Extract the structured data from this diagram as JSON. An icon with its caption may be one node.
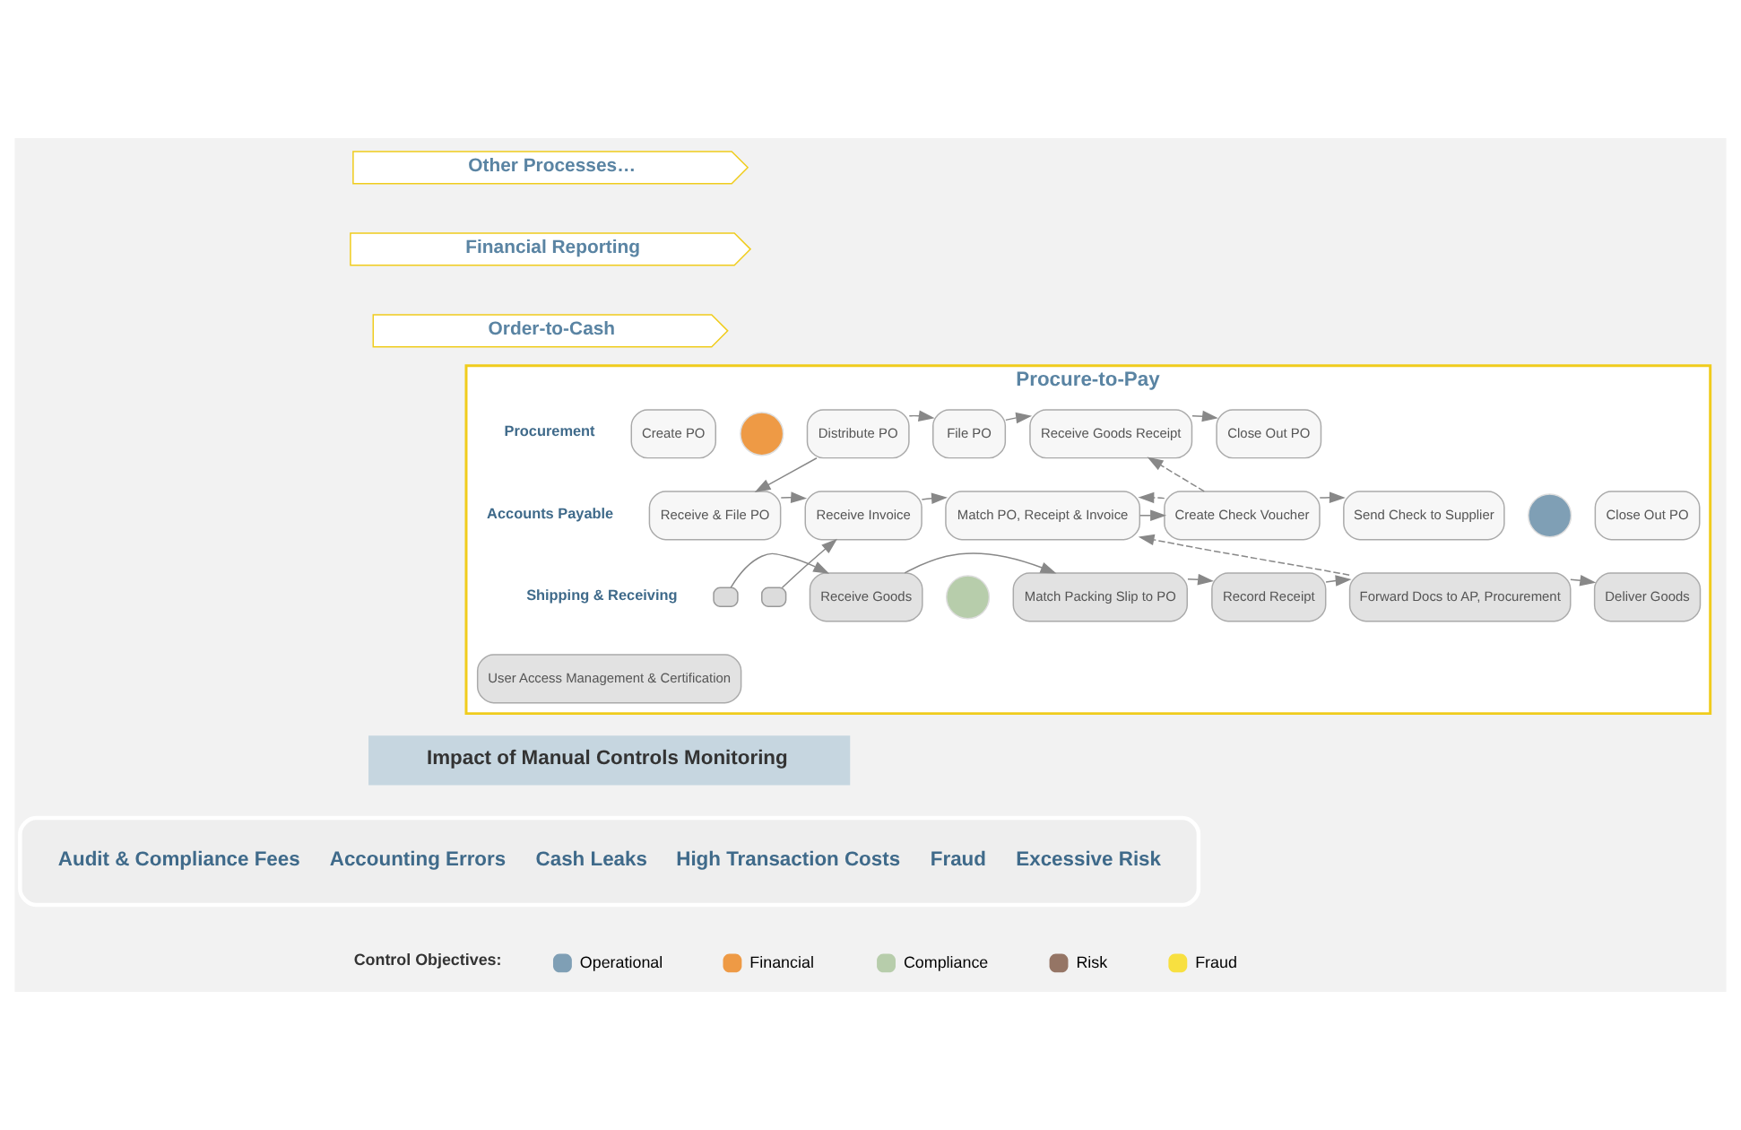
{
  "diagram": {
    "nodes": [
      {
        "text": [
          "Other Processes…"
        ]
      },
      {
        "text": [
          "Financial Reporting"
        ]
      },
      {
        "text": [
          "Order-to-Cash"
        ]
      },
      {
        "text": [
          "Procure-to-Pay"
        ]
      },
      {
        "text": [
          "Create PO"
        ],
        "in": 3
      },
      {
        "text": [
          "Distribute PO"
        ],
        "in": 3
      },
      {
        "text": [
          "File PO"
        ],
        "in": 3
      },
      {
        "text": [
          "Receive Goods Receipt"
        ],
        "in": 3
      },
      {
        "text": [
          "Close Out PO"
        ],
        "in": 3
      },
      {
        "text": [
          "Receive & File PO"
        ],
        "in": 3
      },
      {
        "text": [
          "Receive Invoice"
        ],
        "in": 3
      },
      {
        "text": [
          "Match PO, Receipt & Invoice"
        ],
        "in": 3
      },
      {
        "text": [
          "Create Check Voucher"
        ],
        "in": 3
      },
      {
        "text": [
          "Send Check to Supplier"
        ],
        "in": 3
      },
      {
        "text": [
          "Close Out PO"
        ],
        "in": 3
      },
      {
        "text": [],
        "shape": "box",
        "in": 3
      },
      {
        "text": [],
        "shape": "box",
        "in": 3
      },
      {
        "text": [
          "Receive Goods"
        ],
        "in": 3
      },
      {
        "text": [
          "Match Packing Slip to PO"
        ],
        "in": 3
      },
      {
        "text": [
          "Record Receipt"
        ],
        "in": 3
      },
      {
        "text": [
          "Forward Docs to AP, Procurement"
        ],
        "in": 3
      },
      {
        "text": [
          "Deliver Goods"
        ],
        "in": 3
      },
      {
        "text": [
          "User Access Management & Certification"
        ],
        "in": 3
      },
      {
        "text": [],
        "shape": "circle",
        "in": 3
      },
      {
        "text": [],
        "shape": "circle",
        "in": 3
      },
      {
        "text": [],
        "shape": "circle",
        "in": 3
      },
      {
        "text": [
          "Impact of Manual Controls Monitoring"
        ]
      },
      {
        "text": [
          "Audit & Compliance Fees",
          "Accounting Errors",
          "Cash Leaks",
          "High Transaction Costs",
          "Fraud",
          "Excessive Risk"
        ]
      }
    ],
    "edges": [
      {
        "from": 5,
        "to": 6,
        "arrow": "to"
      },
      {
        "from": 6,
        "to": 7,
        "arrow": "to"
      },
      {
        "from": 7,
        "to": 8,
        "arrow": "to"
      },
      {
        "from": 5,
        "to": 9,
        "arrow": "to"
      },
      {
        "from": 9,
        "to": 10,
        "arrow": "to"
      },
      {
        "from": 10,
        "to": 11,
        "arrow": "to"
      },
      {
        "from": 11,
        "to": 12,
        "arrow": "to"
      },
      {
        "from": 12,
        "to": 13,
        "arrow": "to"
      },
      {
        "from": 16,
        "to": 10,
        "arrow": "to"
      },
      {
        "from": 15,
        "to": 17,
        "arrow": "to"
      },
      {
        "from": 17,
        "to": 18,
        "arrow": "to"
      },
      {
        "from": 18,
        "to": 19,
        "arrow": "to"
      },
      {
        "from": 19,
        "to": 20,
        "arrow": "to"
      },
      {
        "from": 20,
        "to": 21,
        "arrow": "to"
      },
      {
        "from": 12,
        "to": 7,
        "arrow": "to",
        "style": "dashed"
      },
      {
        "from": 20,
        "to": 11,
        "arrow": "to",
        "style": "dashed"
      },
      {
        "from": 12,
        "to": 11,
        "arrow": "to",
        "style": "dashed"
      }
    ],
    "labels": [
      "Procurement",
      "Accounts Payable",
      "Shipping & Receiving",
      "Control Objectives:"
    ],
    "legend": [
      {
        "text": "Operational",
        "color": "#7f9fb5"
      },
      {
        "text": "Financial",
        "color": "#ee9a45"
      },
      {
        "text": "Compliance",
        "color": "#b7cdab"
      },
      {
        "text": "Risk",
        "color": "#957565"
      },
      {
        "text": "Fraud",
        "color": "#f8e040"
      }
    ]
  }
}
